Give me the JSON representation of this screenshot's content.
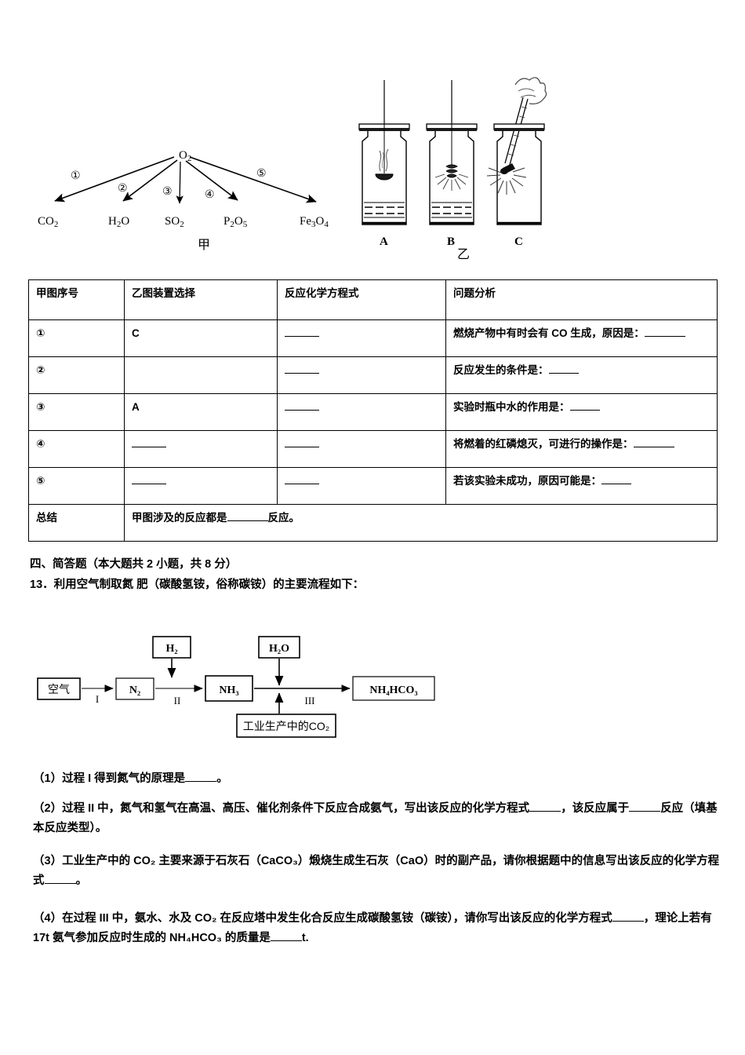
{
  "jia_diagram": {
    "center": "O2",
    "center_label": "O₂",
    "caption": "甲",
    "branches": [
      {
        "num": "①",
        "product": "CO₂"
      },
      {
        "num": "②",
        "product": "H₂O"
      },
      {
        "num": "③",
        "product": "SO₂"
      },
      {
        "num": "④",
        "product": "P₂O₅"
      },
      {
        "num": "⑤",
        "product": "Fe₃O₄"
      }
    ]
  },
  "yi_diagram": {
    "caption": "乙",
    "jars": [
      {
        "label": "A",
        "desc": "deflagrating-spoon-with-smoke-over-water"
      },
      {
        "label": "B",
        "desc": "iron-wire-burning-sparks-over-water"
      },
      {
        "label": "C",
        "desc": "tongs-holding-burning-sample-sparks"
      }
    ]
  },
  "table": {
    "headers": [
      "甲图序号",
      "乙图装置选择",
      "反应化学方程式",
      "问题分析"
    ],
    "rows": [
      {
        "num": "①",
        "device": "C",
        "equation_blank": "",
        "analysis_prefix": "燃烧产物中有时会有 CO 生成，原因是：",
        "analysis_suffix": ""
      },
      {
        "num": "②",
        "device": "",
        "equation_blank": "",
        "analysis_prefix": "反应发生的条件是：",
        "analysis_suffix": ""
      },
      {
        "num": "③",
        "device": "A",
        "equation_blank": "",
        "analysis_prefix": "实验时瓶中水的作用是：",
        "analysis_suffix": ""
      },
      {
        "num": "④",
        "device": "",
        "equation_blank": "",
        "analysis_prefix": "将燃着的红磷熄灭，可进行的操作是：",
        "analysis_suffix": ""
      },
      {
        "num": "⑤",
        "device": "",
        "equation_blank": "",
        "analysis_prefix": "若该实验未成功，原因可能是：",
        "analysis_suffix": ""
      }
    ],
    "summary": {
      "label": "总结",
      "text_before": "甲图涉及的反应都是",
      "text_after": "反应。"
    }
  },
  "section": {
    "heading": "四、简答题（本大题共 2 小题，共 8 分）",
    "q13_stem": "13．利用空气制取氮 肥（碳酸氢铵，俗称碳铵）的主要流程如下："
  },
  "flowchart": {
    "boxes": {
      "air": "空气",
      "n2": "N₂",
      "h2": "H₂",
      "nh3": "NH₃",
      "h2o": "H₂O",
      "co2": "工业生产中的CO₂",
      "product": "NH₄HCO₃"
    },
    "steps": [
      "I",
      "II",
      "III"
    ]
  },
  "questions": [
    {
      "id": "q1",
      "parts": [
        {
          "t": "text",
          "v": "（1）过程 I 得到氮气的原理是"
        },
        {
          "t": "blank"
        },
        {
          "t": "text",
          "v": "。"
        }
      ]
    },
    {
      "id": "q2",
      "parts": [
        {
          "t": "text",
          "v": "（2）过程 II 中，氮气和氢气在高温、高压、催化剂条件下反应合成氨气，写出该反应的化学方程式"
        },
        {
          "t": "blank"
        },
        {
          "t": "text",
          "v": "，该反应属于"
        },
        {
          "t": "blank"
        },
        {
          "t": "text",
          "v": "反应（填基本反应类型）。"
        }
      ]
    },
    {
      "id": "q3",
      "parts": [
        {
          "t": "text",
          "v": "（3）工业生产中的 CO₂ 主要来源于石灰石（CaCO₃）煅烧生成生石灰（CaO）时的副产品，请你根据题中的信息写出该反应的化学方程式"
        },
        {
          "t": "blank"
        },
        {
          "t": "text",
          "v": "。"
        }
      ]
    },
    {
      "id": "q4",
      "parts": [
        {
          "t": "text",
          "v": "（4）在过程 III 中，氨水、水及 CO₂ 在反应塔中发生化合反应生成碳酸氢铵（碳铵），请你写出该反应的化学方程式"
        },
        {
          "t": "blank"
        },
        {
          "t": "text",
          "v": "，理论上若有 17t 氨气参加反应时生成的 NH₄HCO₃ 的质量是"
        },
        {
          "t": "blank"
        },
        {
          "t": "text",
          "v": "t."
        }
      ]
    }
  ]
}
